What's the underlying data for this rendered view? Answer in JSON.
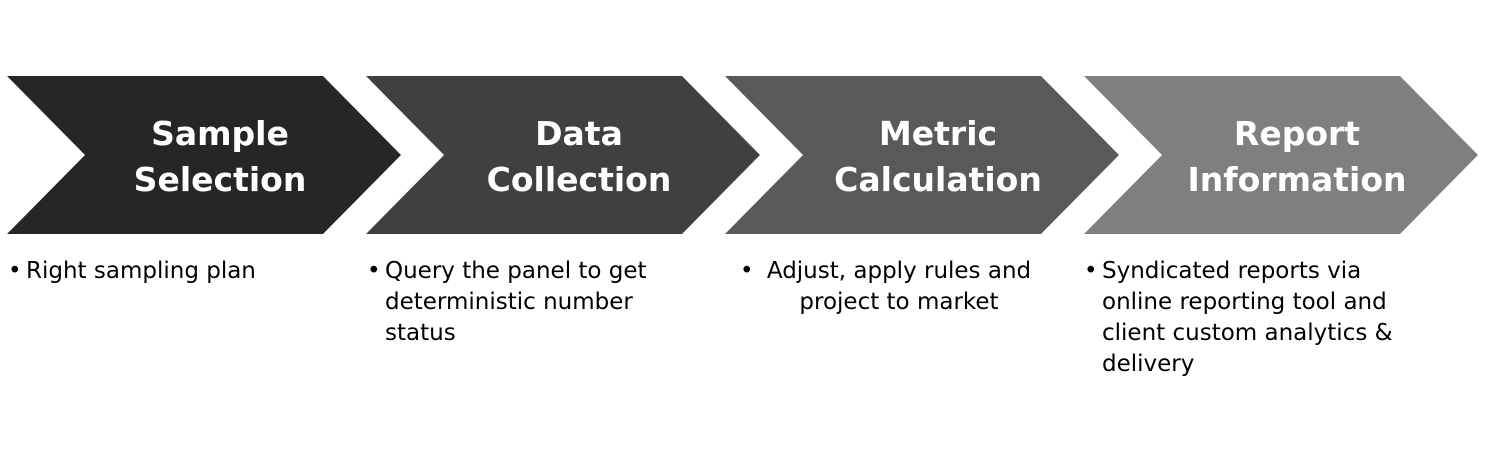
{
  "steps": [
    {
      "title": "Sample\nSelection",
      "color": "#262626",
      "bullets": [
        "Right sampling plan"
      ]
    },
    {
      "title": "Data\nCollection",
      "color": "#404040",
      "bullets": [
        "Query the panel to get deterministic number status"
      ]
    },
    {
      "title": "Metric\nCalculation",
      "color": "#595959",
      "bullets": [
        "Adjust, apply rules and project to market"
      ]
    },
    {
      "title": "Report\nInformation",
      "color": "#7f7f7f",
      "bullets": [
        "Syndicated reports via online reporting tool and client custom analytics & delivery"
      ]
    }
  ]
}
